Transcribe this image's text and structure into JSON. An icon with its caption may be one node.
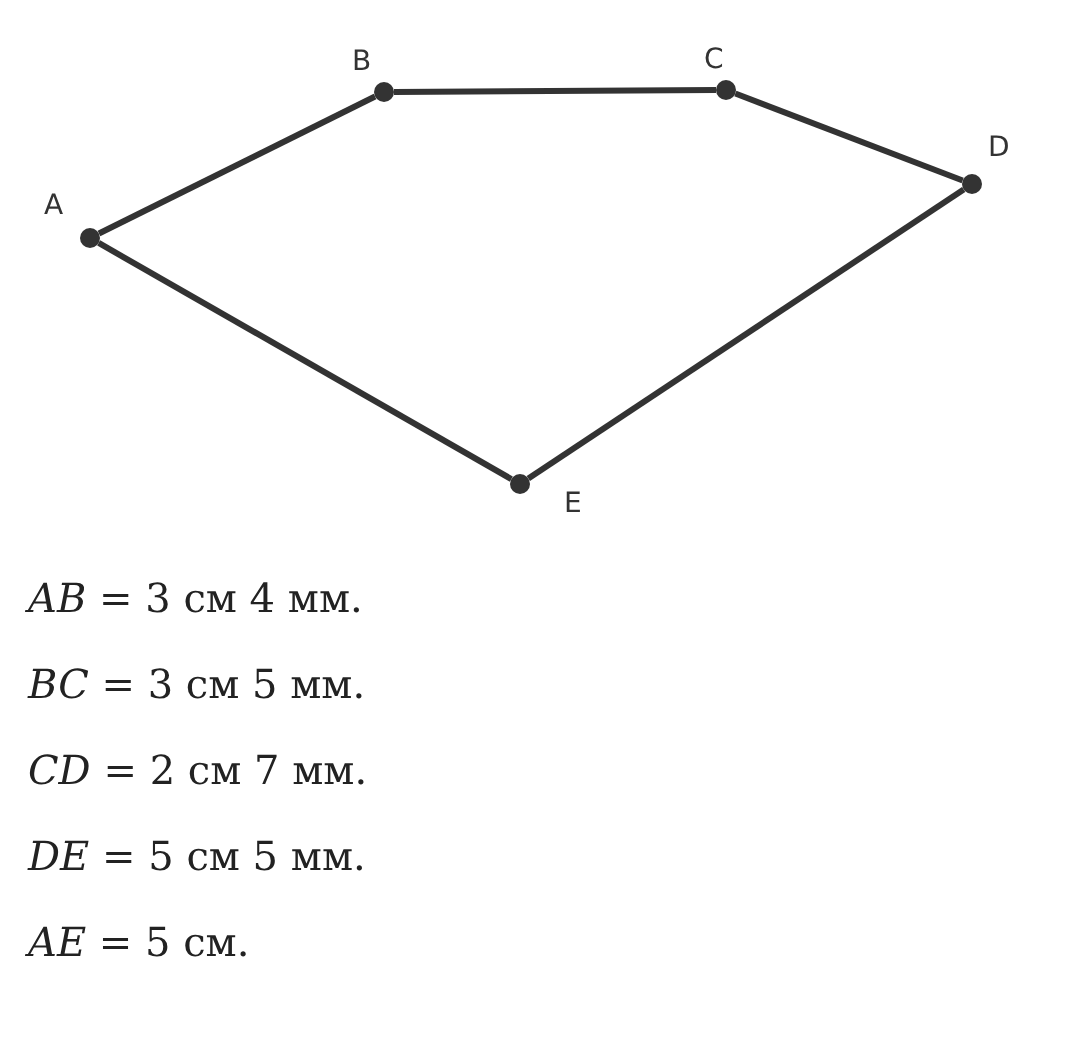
{
  "diagram": {
    "nodes": [
      {
        "text": [],
        "shape": "circle",
        "beside": [
          "A"
        ]
      },
      {
        "text": [],
        "shape": "circle",
        "beside": [
          "B"
        ]
      },
      {
        "text": [],
        "shape": "circle",
        "beside": [
          "C"
        ]
      },
      {
        "text": [],
        "shape": "circle",
        "beside": [
          "D"
        ]
      },
      {
        "text": [],
        "shape": "circle",
        "beside": [
          "E"
        ]
      }
    ],
    "edges": [
      {
        "from": 0,
        "to": 1,
        "arrow": "none"
      },
      {
        "from": 1,
        "to": 2,
        "arrow": "none"
      },
      {
        "from": 2,
        "to": 3,
        "arrow": "none"
      },
      {
        "from": 3,
        "to": 4,
        "arrow": "none"
      },
      {
        "from": 4,
        "to": 0,
        "arrow": "none"
      }
    ],
    "labels": [
      "*AB* = 3 см 4 мм.",
      "*BC* = 3 см 5 мм.",
      "*CD* = 2 см 7 мм.",
      "*DE* = 5 см 5 мм.",
      "*AE* = 5 см."
    ]
  }
}
